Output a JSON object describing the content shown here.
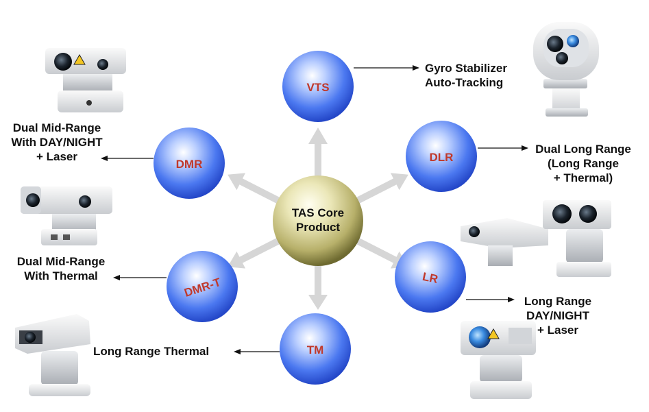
{
  "core": {
    "line1": "TAS Core",
    "line2": "Product"
  },
  "nodes": [
    {
      "id": "vts",
      "label": "VTS"
    },
    {
      "id": "dlr",
      "label": "DLR"
    },
    {
      "id": "lr",
      "label": "LR"
    },
    {
      "id": "tm",
      "label": "TM"
    },
    {
      "id": "dmr-t",
      "label": "DMR-T"
    },
    {
      "id": "dmr",
      "label": "DMR"
    }
  ],
  "descriptions": {
    "vts": [
      "Gyro Stabilizer",
      "Auto-Tracking"
    ],
    "dlr": [
      "Dual Long Range",
      "(Long Range",
      "+ Thermal)"
    ],
    "lr": [
      "Long Range",
      "DAY/NIGHT",
      "+ Laser"
    ],
    "tm": [
      "Long Range Thermal"
    ],
    "dmr_t": [
      "Dual Mid-Range",
      "With Thermal"
    ],
    "dmr": [
      "Dual Mid-Range",
      "With DAY/NIGHT",
      "+ Laser"
    ]
  },
  "colors": {
    "node_fill": "#3f6ff0",
    "node_label": "#c0392b",
    "core_fill": "#d8d49a",
    "arrow": "#d6d6d6"
  },
  "icons": [
    "camera-vts-icon",
    "camera-dmr-icon",
    "camera-dmr-t-icon",
    "camera-tm-icon",
    "camera-dlr-icon",
    "camera-lr-icon"
  ]
}
